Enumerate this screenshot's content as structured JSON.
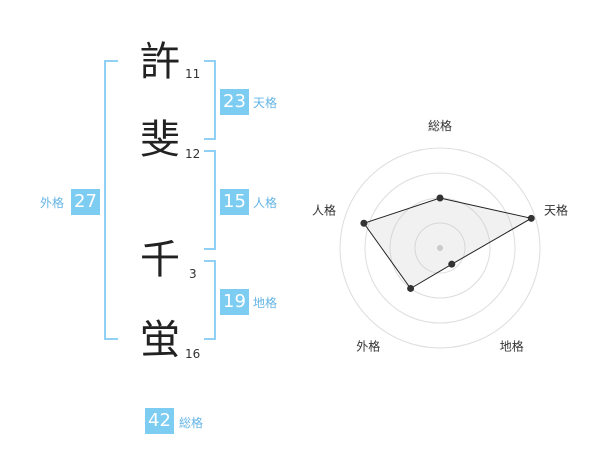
{
  "colors": {
    "accent": "#7dccf2",
    "accent_text": "#64b5e6",
    "bracket": "#8fd0f4",
    "text": "#222222"
  },
  "name": {
    "characters": [
      {
        "char": "許",
        "strokes": "11"
      },
      {
        "char": "斐",
        "strokes": "12"
      },
      {
        "char": "千",
        "strokes": "3"
      },
      {
        "char": "蛍",
        "strokes": "16"
      }
    ]
  },
  "kakusu": {
    "tenkaku": {
      "value": "23",
      "label": "天格"
    },
    "jinkaku": {
      "value": "15",
      "label": "人格"
    },
    "chikaku": {
      "value": "19",
      "label": "地格"
    },
    "gaikaku": {
      "value": "27",
      "label": "外格"
    },
    "soukaku": {
      "value": "42",
      "label": "総格"
    }
  },
  "chart_data": {
    "type": "radar",
    "axes": [
      "総格",
      "天格",
      "地格",
      "外格",
      "人格"
    ],
    "values": [
      0.5,
      0.96,
      0.2,
      0.5,
      0.8
    ],
    "range": [
      0,
      1
    ],
    "rings": 4,
    "grid": true
  }
}
